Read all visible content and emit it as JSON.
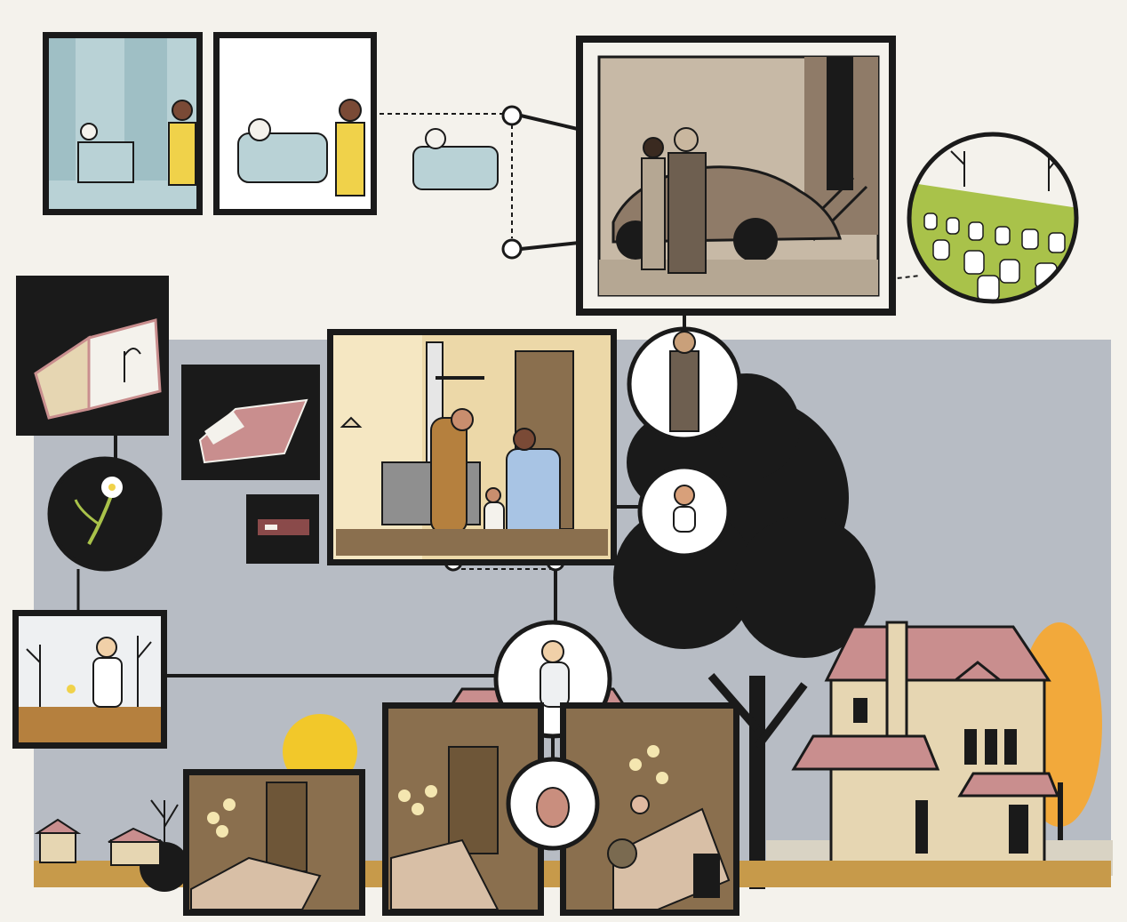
{
  "page": {
    "title": ""
  },
  "palette": {
    "paper": "#f4f2ec",
    "sky": "#b7bcc4",
    "ink": "#1a1a1a",
    "hospital_blue": "#b9d2d6",
    "nurse_yellow": "#f0d24a",
    "sepia": "#8f7b68",
    "interior_cream": "#ecd8a8",
    "dining_brown": "#8a6f4e",
    "roof_rose": "#c98e8e",
    "house_cream": "#e6d6b2",
    "autumn_orange": "#f2a93b",
    "autumn_yellow": "#f2c82a",
    "ground": "#c79a4a",
    "cemetery_green": "#a9c24a"
  },
  "panels": [
    {
      "id": "hospital-room",
      "icon": "hospital-bed-icon"
    },
    {
      "id": "patient-and-nurse",
      "icon": "nurse-icon"
    },
    {
      "id": "soldier-and-woman-by-car",
      "icon": "soldier-icon"
    },
    {
      "id": "cemetery-vignette",
      "icon": "gravestone-icon"
    },
    {
      "id": "open-book",
      "icon": "book-icon"
    },
    {
      "id": "pink-book",
      "icon": "book-icon"
    },
    {
      "id": "closed-book",
      "icon": "book-icon"
    },
    {
      "id": "kitchen-scene",
      "icon": "stove-icon"
    },
    {
      "id": "girl-picking-flowers",
      "icon": "flower-icon"
    },
    {
      "id": "dining-room-empty",
      "icon": "chandelier-icon"
    },
    {
      "id": "dining-room-doorway",
      "icon": "door-icon"
    },
    {
      "id": "dining-room-family",
      "icon": "chandelier-icon"
    }
  ],
  "medallions": [
    {
      "id": "soldier-medallion",
      "icon": "soldier-icon"
    },
    {
      "id": "baby-medallion",
      "icon": "baby-icon"
    },
    {
      "id": "flower-medallion",
      "icon": "flower-icon"
    },
    {
      "id": "girl-medallion",
      "icon": "girl-icon"
    },
    {
      "id": "infant-medallion",
      "icon": "infant-icon"
    }
  ]
}
